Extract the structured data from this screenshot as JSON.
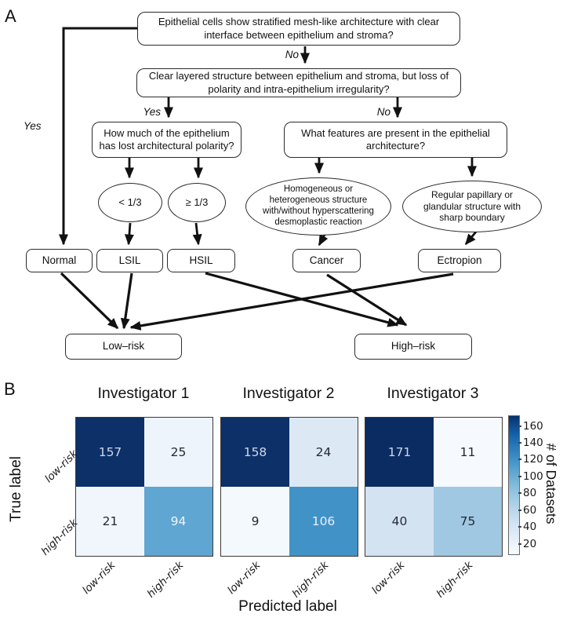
{
  "panel_a": {
    "label": "A",
    "nodes": {
      "q1": "Epithelial cells show stratified mesh-like architecture with clear interface between epithelium and stroma?",
      "q2": "Clear layered structure between epithelium and stroma, but loss of polarity and intra-epithelium irregularity?",
      "q3": "How much of the epithelium has lost architectural polarity?",
      "q4": "What features are present in the epithelial architecture?",
      "lt_third": "< 1/3",
      "ge_third": "≥ 1/3",
      "cancer_criteria": "Homogeneous or heterogeneous structure with/without hyperscattering desmoplastic reaction",
      "ectropion_criteria": "Regular papillary or glandular structure with sharp boundary",
      "normal": "Normal",
      "lsil": "LSIL",
      "hsil": "HSIL",
      "cancer": "Cancer",
      "ectropion": "Ectropion",
      "low_risk": "Low–risk",
      "high_risk": "High–risk"
    },
    "edge_labels": {
      "yes_left": "Yes",
      "no_top": "No",
      "yes_mid": "Yes",
      "no_mid": "No"
    },
    "edges": [
      {
        "from": "q1",
        "to": "normal",
        "label": "Yes"
      },
      {
        "from": "q1",
        "to": "q2",
        "label": "No"
      },
      {
        "from": "q2",
        "to": "q3",
        "label": "Yes"
      },
      {
        "from": "q2",
        "to": "q4",
        "label": "No"
      },
      {
        "from": "q3",
        "to": "lt_third"
      },
      {
        "from": "q3",
        "to": "ge_third"
      },
      {
        "from": "lt_third",
        "to": "lsil"
      },
      {
        "from": "ge_third",
        "to": "hsil"
      },
      {
        "from": "q4",
        "to": "cancer_criteria"
      },
      {
        "from": "q4",
        "to": "ectropion_criteria"
      },
      {
        "from": "cancer_criteria",
        "to": "cancer"
      },
      {
        "from": "ectropion_criteria",
        "to": "ectropion"
      },
      {
        "from": "normal",
        "to": "low_risk"
      },
      {
        "from": "lsil",
        "to": "low_risk"
      },
      {
        "from": "ectropion",
        "to": "low_risk"
      },
      {
        "from": "hsil",
        "to": "high_risk"
      },
      {
        "from": "cancer",
        "to": "high_risk"
      }
    ]
  },
  "panel_b": {
    "label": "B",
    "ylabel": "True label",
    "xlabel": "Predicted label",
    "row_ticks": [
      "low-risk",
      "high-risk"
    ],
    "col_ticks": [
      "low-risk",
      "high-risk"
    ],
    "colorbar": {
      "label": "# of Datasets",
      "ticks": [
        "160",
        "140",
        "120",
        "100",
        "80",
        "60",
        "40",
        "20"
      ]
    },
    "matrices": [
      {
        "title": "Investigator 1",
        "cells": [
          {
            "value": "157",
            "bg": "#0d3068",
            "fg": "#ccd8ea"
          },
          {
            "value": "25",
            "bg": "#edf4fb",
            "fg": "#222831"
          },
          {
            "value": "21",
            "bg": "#f0f6fc",
            "fg": "#222831"
          },
          {
            "value": "94",
            "bg": "#60a6d2",
            "fg": "#eef4fa"
          }
        ]
      },
      {
        "title": "Investigator 2",
        "cells": [
          {
            "value": "158",
            "bg": "#0d3068",
            "fg": "#ccd8ea"
          },
          {
            "value": "24",
            "bg": "#dce9f5",
            "fg": "#222831"
          },
          {
            "value": "9",
            "bg": "#f4f9fd",
            "fg": "#222831"
          },
          {
            "value": "106",
            "bg": "#4193c7",
            "fg": "#e8f0f8"
          }
        ]
      },
      {
        "title": "Investigator 3",
        "cells": [
          {
            "value": "171",
            "bg": "#0a2c62",
            "fg": "#cbd7e9"
          },
          {
            "value": "11",
            "bg": "#f6fafe",
            "fg": "#222831"
          },
          {
            "value": "40",
            "bg": "#d4e3f2",
            "fg": "#232b36"
          },
          {
            "value": "75",
            "bg": "#a0c8e2",
            "fg": "#1c2633"
          }
        ]
      }
    ]
  },
  "chart_data": [
    {
      "type": "heatmap",
      "title": "Investigator 1",
      "x_categories": [
        "low-risk",
        "high-risk"
      ],
      "y_categories": [
        "low-risk",
        "high-risk"
      ],
      "values": [
        [
          157,
          25
        ],
        [
          21,
          94
        ]
      ],
      "xlabel": "Predicted label",
      "ylabel": "True label",
      "colorbar_label": "# of Datasets",
      "colormap": "Blues",
      "colorbar_ticks": [
        20,
        40,
        60,
        80,
        100,
        120,
        140,
        160
      ],
      "legend_position": "right"
    },
    {
      "type": "heatmap",
      "title": "Investigator 2",
      "x_categories": [
        "low-risk",
        "high-risk"
      ],
      "y_categories": [
        "low-risk",
        "high-risk"
      ],
      "values": [
        [
          158,
          24
        ],
        [
          9,
          106
        ]
      ],
      "xlabel": "Predicted label",
      "ylabel": "True label",
      "colorbar_label": "# of Datasets",
      "colormap": "Blues",
      "colorbar_ticks": [
        20,
        40,
        60,
        80,
        100,
        120,
        140,
        160
      ],
      "legend_position": "right"
    },
    {
      "type": "heatmap",
      "title": "Investigator 3",
      "x_categories": [
        "low-risk",
        "high-risk"
      ],
      "y_categories": [
        "low-risk",
        "high-risk"
      ],
      "values": [
        [
          171,
          11
        ],
        [
          40,
          75
        ]
      ],
      "xlabel": "Predicted label",
      "ylabel": "True label",
      "colorbar_label": "# of Datasets",
      "colormap": "Blues",
      "colorbar_ticks": [
        20,
        40,
        60,
        80,
        100,
        120,
        140,
        160
      ],
      "legend_position": "right"
    }
  ]
}
